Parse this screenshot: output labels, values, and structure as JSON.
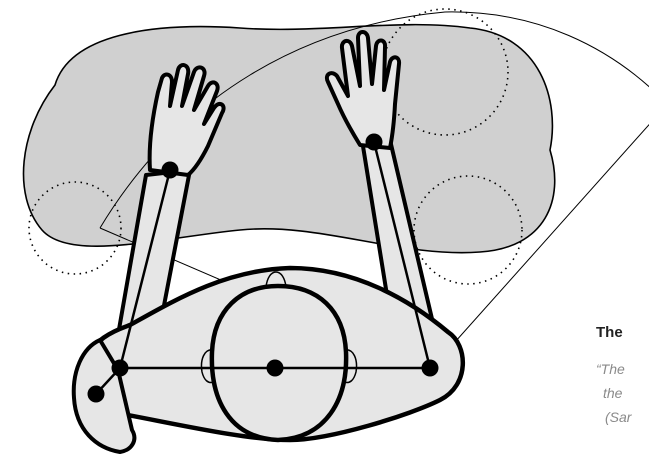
{
  "caption": {
    "title": "The",
    "quote_lines": [
      "“The",
      "the",
      "(Sar"
    ]
  },
  "colors": {
    "desk": "#d0d0d0",
    "body": "#e6e6e6",
    "outline": "#000000",
    "joint": "#000000",
    "caption_text": "#8a8a8a"
  }
}
